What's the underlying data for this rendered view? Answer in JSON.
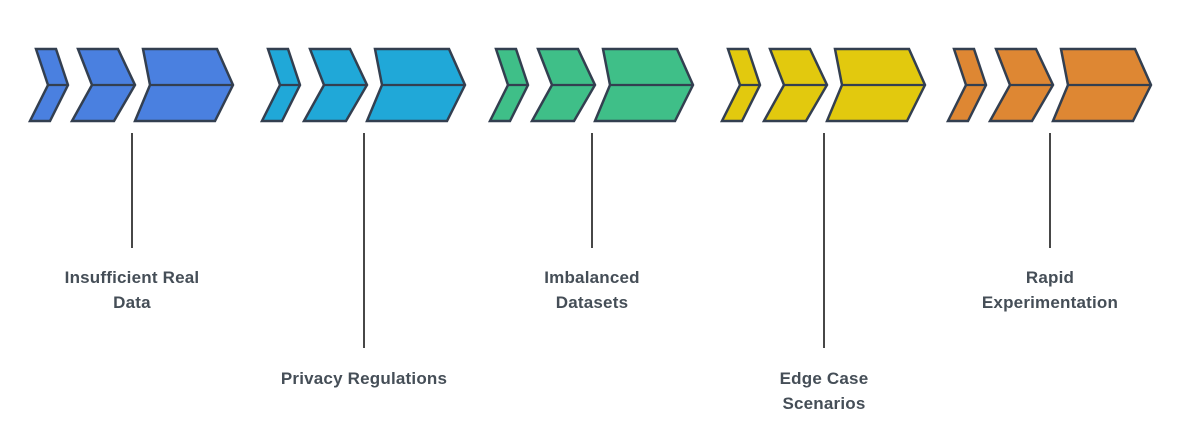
{
  "diagram": {
    "background_color": "#ffffff",
    "outline_color": "#333f50",
    "connector_color": "#474747",
    "text_color": "#454e57",
    "stages": [
      {
        "label": "Insufficient Real Data",
        "color": "#4a80e0",
        "label_position": "upper"
      },
      {
        "label": "Privacy Regulations",
        "color": "#20a8d8",
        "label_position": "lower"
      },
      {
        "label": "Imbalanced Datasets",
        "color": "#3fbf88",
        "label_position": "upper"
      },
      {
        "label": "Edge Case Scenarios",
        "color": "#e2c90e",
        "label_position": "lower"
      },
      {
        "label": "Rapid Experimentation",
        "color": "#de8733",
        "label_position": "upper"
      }
    ]
  }
}
